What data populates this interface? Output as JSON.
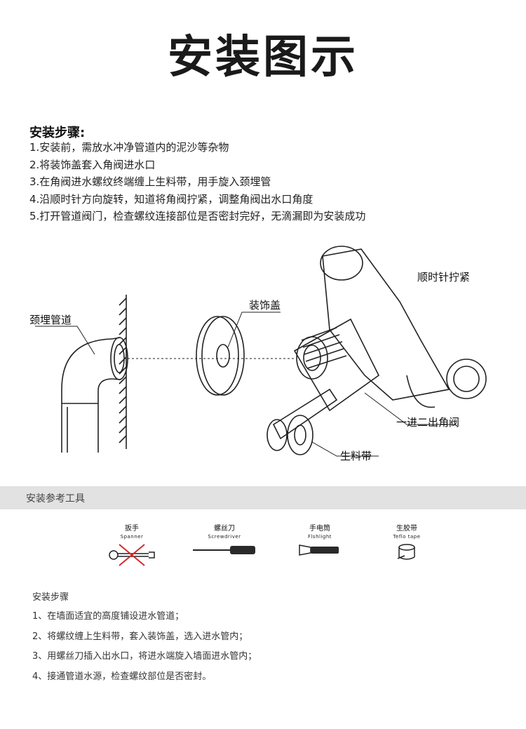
{
  "title": "安装图示",
  "steps": {
    "heading": "安装步骤:",
    "items": [
      "1.安装前，需放水冲净管道内的泥沙等杂物",
      "2.将装饰盖套入角阀进水口",
      "3.在角阀进水螺纹终端缠上生料带，用手旋入颈埋管",
      "4.沿顺时针方向旋转，知道将角阀拧紧，调整角阀出水口角度",
      "5.打开管道阀门，检查螺纹连接部位是否密封完好，无滴漏即为安装成功"
    ]
  },
  "diagram": {
    "labels": {
      "pipe": "颈埋管道",
      "cover": "装饰盖",
      "clockwise": "顺时针拧紧",
      "valve": "一进二出角阀",
      "tape": "生料带"
    }
  },
  "tools_section": {
    "heading": "安装参考工具",
    "tools": [
      {
        "name_cn": "扳手",
        "name_en": "Spanner",
        "icon": "spanner-crossed-icon"
      },
      {
        "name_cn": "螺丝刀",
        "name_en": "Screwdriver",
        "icon": "screwdriver-icon"
      },
      {
        "name_cn": "手电筒",
        "name_en": "Flshlight",
        "icon": "flashlight-icon"
      },
      {
        "name_cn": "生胶带",
        "name_en": "Teflo tape",
        "icon": "teflon-tape-icon"
      }
    ]
  },
  "notes": {
    "heading": "安装步骤",
    "items": [
      "1、在墙面适宜的高度铺设进水管道；",
      "2、将螺纹缠上生料带，套入装饰盖，选入进水管内；",
      "3、用螺丝刀插入出水口，将进水端旋入墙面进水管内；",
      "4、接通管道水源，检查螺纹部位是否密封。"
    ]
  },
  "colors": {
    "cross": "#d42a2a",
    "bar": "#e2e2e2",
    "text": "#222222"
  }
}
